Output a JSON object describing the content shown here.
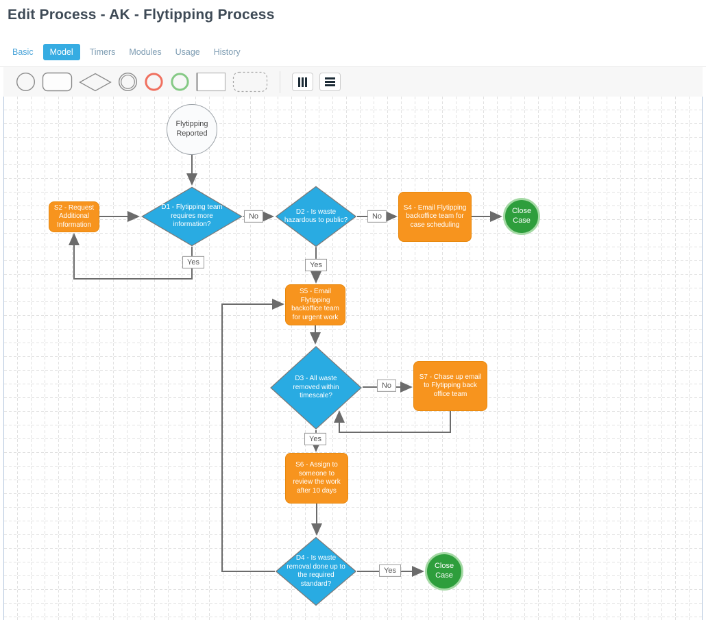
{
  "header": {
    "title": "Edit Process - AK - Flytipping Process"
  },
  "tabs": {
    "items": [
      {
        "label": "Basic",
        "active": false
      },
      {
        "label": "Model",
        "active": true
      },
      {
        "label": "Timers",
        "active": false
      },
      {
        "label": "Modules",
        "active": false
      },
      {
        "label": "Usage",
        "active": false
      },
      {
        "label": "History",
        "active": false
      }
    ]
  },
  "toolbar": {
    "palette_icons": [
      "circle",
      "rounded-rectangle",
      "diamond",
      "double-circle",
      "error-circle",
      "success-circle",
      "container",
      "dashed-group"
    ],
    "buttons": [
      "lanes",
      "list"
    ]
  },
  "diagram": {
    "colors": {
      "accent": "#36ace2",
      "task": "#f7941e",
      "decision": "#29abe2",
      "end": "#2e9e3c",
      "start": "#fafbfc",
      "line": "#6b6b6b"
    },
    "nodes": [
      {
        "id": "start",
        "type": "start",
        "label": "Flytipping Reported"
      },
      {
        "id": "d1",
        "type": "decision",
        "label": "D1 - Flytipping team requires more information?"
      },
      {
        "id": "s2",
        "type": "task",
        "label": "S2 - Request Additional Information"
      },
      {
        "id": "d2",
        "type": "decision",
        "label": "D2 - Is waste hazardous to public?"
      },
      {
        "id": "s4",
        "type": "task",
        "label": "S4 - Email Flytipping backoffice team for case scheduling"
      },
      {
        "id": "close1",
        "type": "end",
        "label": "Close Case"
      },
      {
        "id": "s5",
        "type": "task",
        "label": "S5 - Email Flytipping backoffice team for urgent work"
      },
      {
        "id": "d3",
        "type": "decision",
        "label": "D3 - All waste removed within timescale?"
      },
      {
        "id": "s7",
        "type": "task",
        "label": "S7 - Chase up email to Flytipping back office team"
      },
      {
        "id": "s6",
        "type": "task",
        "label": "S6 - Assign to someone to review the work after 10 days"
      },
      {
        "id": "d4",
        "type": "decision",
        "label": "D4 - Is waste removal done up to the required standard?"
      },
      {
        "id": "close2",
        "type": "end",
        "label": "Close Case"
      }
    ],
    "edges": [
      {
        "from": "start",
        "to": "d1",
        "label": ""
      },
      {
        "from": "s2",
        "to": "d1",
        "label": ""
      },
      {
        "from": "d1",
        "to": "d2",
        "label": "No"
      },
      {
        "from": "d1",
        "to": "s2",
        "label": "Yes"
      },
      {
        "from": "d2",
        "to": "s4",
        "label": "No"
      },
      {
        "from": "s4",
        "to": "close1",
        "label": ""
      },
      {
        "from": "d2",
        "to": "s5",
        "label": "Yes"
      },
      {
        "from": "s5",
        "to": "d3",
        "label": ""
      },
      {
        "from": "d3",
        "to": "s7",
        "label": "No"
      },
      {
        "from": "s7",
        "to": "d3",
        "label": ""
      },
      {
        "from": "d3",
        "to": "s6",
        "label": "Yes"
      },
      {
        "from": "s6",
        "to": "d4",
        "label": ""
      },
      {
        "from": "d4",
        "to": "close2",
        "label": "Yes"
      },
      {
        "from": "d4",
        "to": "s5",
        "label": ""
      }
    ]
  }
}
